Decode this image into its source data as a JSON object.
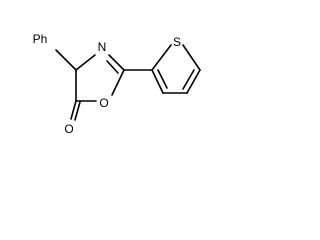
{
  "molecule": {
    "labels": {
      "substituent": "Ph",
      "ring_nitrogen": "N",
      "ring_oxygen": "O",
      "carbonyl_oxygen": "O",
      "thiophene_sulfur": "S"
    }
  }
}
